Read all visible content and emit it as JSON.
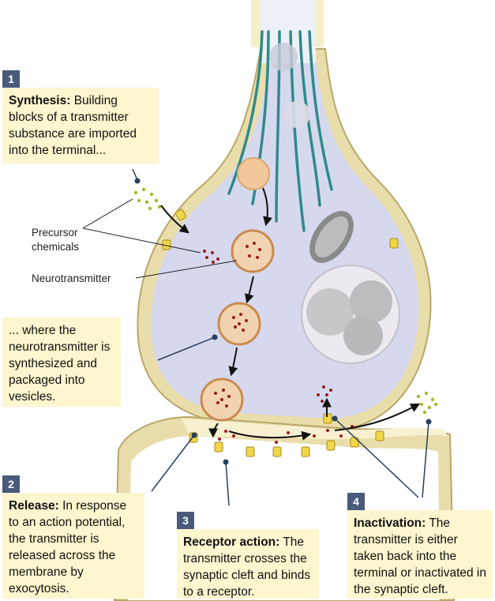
{
  "steps": [
    {
      "number": "1",
      "title": "Synthesis:",
      "text": " Building blocks of a transmitter substance are imported into the terminal..."
    },
    {
      "number": "",
      "title": "",
      "text": "... where the neurotransmitter is synthesized and packaged into vesicles."
    },
    {
      "number": "2",
      "title": "Release:",
      "text": " In response to an action potential, the transmitter is released across the membrane by exocytosis."
    },
    {
      "number": "3",
      "title": "Receptor action:",
      "text": " The transmitter crosses the synaptic cleft and binds to a receptor."
    },
    {
      "number": "4",
      "title": "Inactivation:",
      "text": " The transmitter is either taken back into the terminal or inactivated in the synaptic cleft."
    }
  ],
  "labels": {
    "precursor": "Precursor chemicals",
    "neurotransmitter": "Neurotransmitter"
  },
  "colors": {
    "cytoplasm": "#d6d8ee",
    "membrane": "#c9b884",
    "membrane_light": "#f3ecc0",
    "microtubule": "#2f8a8a",
    "vesicle": "#e6b784",
    "transmitter": "#9a1d1d",
    "precursor": "#a9b82a",
    "receptor": "#e3c33a",
    "callout_bg": "#fdf6cf",
    "number_bg": "#4a5a7a"
  }
}
